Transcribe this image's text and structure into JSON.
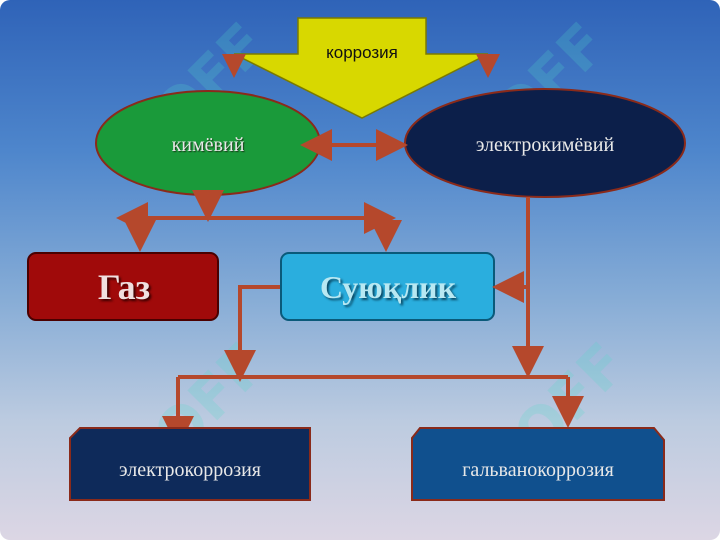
{
  "diagram": {
    "top": "коррозия",
    "types": {
      "chemical": "кимёвий",
      "electrochemical": "электрокимёвий"
    },
    "media": {
      "gas": "Газ",
      "liquid": "Суюқлик"
    },
    "results": {
      "electrocorrosion": "электрокоррозия",
      "galvanocorrosion": "гальванокоррозия"
    }
  },
  "watermark": {
    "text": "SOFF"
  },
  "colors": {
    "arrow_fill": "#d8d800",
    "chemical_fill": "#1a9a3a",
    "electrochemical_fill": "#0c1f4a",
    "gas_fill": "#a00a0a",
    "liquid_fill": "#2aaede",
    "electrocorrosion_fill": "#0e2a5a",
    "galvanocorrosion_fill": "#10508e",
    "connector": "#b5482c"
  }
}
